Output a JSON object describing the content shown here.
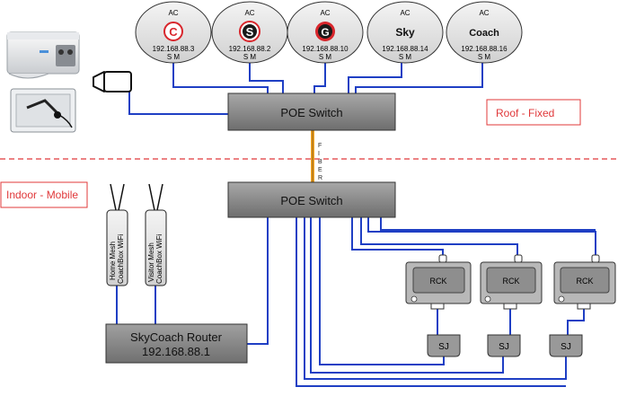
{
  "access_points": [
    {
      "top_label": "AC",
      "logo": "C",
      "logo_style": "red-ring-c",
      "ip": "192.168.88.3",
      "sm": "S M"
    },
    {
      "top_label": "AC",
      "logo": "S",
      "logo_style": "black-ring-s",
      "ip": "192.168.88.2",
      "sm": "S M"
    },
    {
      "top_label": "AC",
      "logo": "G",
      "logo_style": "red-black-g",
      "ip": "192.168.88.10",
      "sm": "S M"
    },
    {
      "top_label": "AC",
      "logo": "Sky",
      "logo_style": "text",
      "ip": "192.168.88.14",
      "sm": "S M"
    },
    {
      "top_label": "AC",
      "logo": "Coach",
      "logo_style": "text",
      "ip": "192.168.88.16",
      "sm": "S M"
    }
  ],
  "roof_switch": {
    "label": "POE Switch"
  },
  "indoor_switch": {
    "label": "POE Switch"
  },
  "roof_zone": {
    "label": "Roof - Fixed"
  },
  "indoor_zone": {
    "label": "Indoor - Mobile"
  },
  "fiber": {
    "letters": [
      "F",
      "I",
      "B",
      "E",
      "R"
    ]
  },
  "router": {
    "name": "SkyCoach Router",
    "ip": "192.168.88.1"
  },
  "wifi_devices": [
    {
      "line1": "Home Mesh",
      "line2": "CoachBox WiFi"
    },
    {
      "line1": "Visitor Mesh",
      "line2": "CoachBox WiFi"
    }
  ],
  "racks": [
    {
      "label": "RCK"
    },
    {
      "label": "RCK"
    },
    {
      "label": "RCK"
    }
  ],
  "junctions": [
    {
      "label": "SJ"
    },
    {
      "label": "SJ"
    },
    {
      "label": "SJ"
    }
  ],
  "colors": {
    "link": "#1f3fc4",
    "fiber": "#f5a623",
    "zone_line": "#e0383a",
    "zone_text": "#e0383a",
    "switch_fill": "#8c8c8c"
  }
}
